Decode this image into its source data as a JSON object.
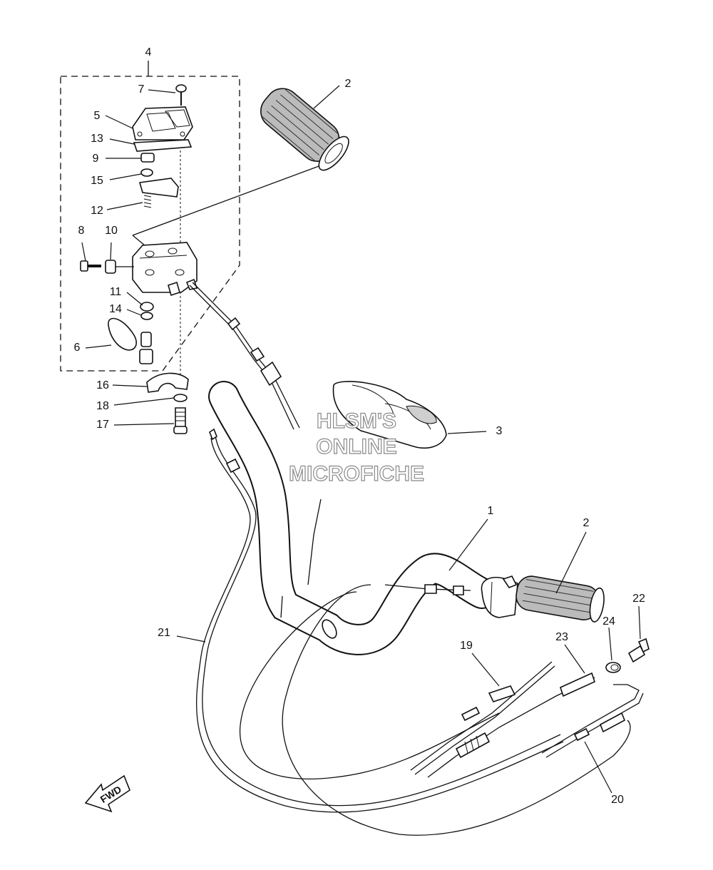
{
  "diagram": {
    "callouts": [
      {
        "id": "4",
        "label": "4"
      },
      {
        "id": "7",
        "label": "7"
      },
      {
        "id": "5",
        "label": "5"
      },
      {
        "id": "13",
        "label": "13"
      },
      {
        "id": "9",
        "label": "9"
      },
      {
        "id": "15",
        "label": "15"
      },
      {
        "id": "12",
        "label": "12"
      },
      {
        "id": "8",
        "label": "8"
      },
      {
        "id": "10",
        "label": "10"
      },
      {
        "id": "11",
        "label": "11"
      },
      {
        "id": "14",
        "label": "14"
      },
      {
        "id": "6",
        "label": "6"
      },
      {
        "id": "16",
        "label": "16"
      },
      {
        "id": "18",
        "label": "18"
      },
      {
        "id": "17",
        "label": "17"
      },
      {
        "id": "2a",
        "label": "2"
      },
      {
        "id": "3",
        "label": "3"
      },
      {
        "id": "1",
        "label": "1"
      },
      {
        "id": "2b",
        "label": "2"
      },
      {
        "id": "22",
        "label": "22"
      },
      {
        "id": "24",
        "label": "24"
      },
      {
        "id": "23",
        "label": "23"
      },
      {
        "id": "19",
        "label": "19"
      },
      {
        "id": "21",
        "label": "21"
      },
      {
        "id": "20",
        "label": "20"
      }
    ],
    "watermark": [
      "HLSM'S",
      "ONLINE",
      "MICROFICHE"
    ],
    "direction_label": "FWD"
  }
}
